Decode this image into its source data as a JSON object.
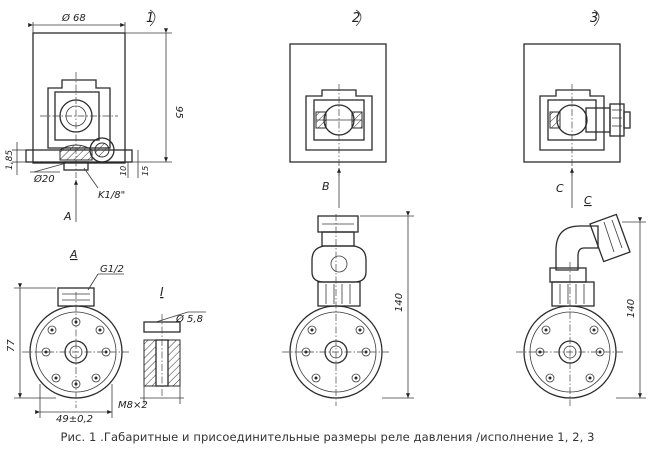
{
  "variants": {
    "v1": "1",
    "v2": "2",
    "v3": "3"
  },
  "dimensions": {
    "d68": "Ø 68",
    "h95": "95",
    "t185": "1,85",
    "d20": "Ø20",
    "k18": "K1/8\"",
    "h10": "10",
    "h15": "15",
    "g12": "G1/2",
    "h77": "77",
    "w49": "49±0,2",
    "d58": "Ø 5,8",
    "m8": "M8×2",
    "h140a": "140",
    "h140b": "140"
  },
  "views": {
    "arrow_a": "А",
    "view_a": "А",
    "section_i": "I",
    "arrow_b": "В",
    "arrow_c": "С",
    "view_c": "С"
  },
  "caption": "Рис. 1 .Габаритные и присоединительные размеры реле давления /исполнение 1, 2, 3"
}
